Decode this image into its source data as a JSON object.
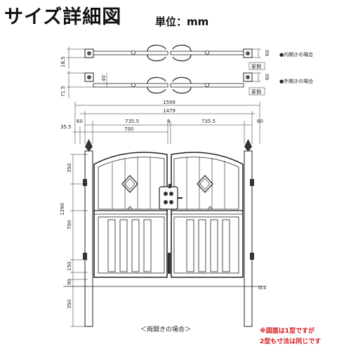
{
  "header": {
    "title": "サイズ詳細図",
    "unit": "単位：mm"
  },
  "plan_views": {
    "inward": {
      "label": "●内開きの場合",
      "house_side": "家側",
      "dim_left": "18.5",
      "dim_right": "60"
    },
    "outward": {
      "label": "●外開きの場合",
      "house_side": "家側",
      "dim_left": "71.5",
      "dim_right": "60",
      "dim_inner": "40"
    }
  },
  "dimensions": {
    "overall_width": "1599",
    "inner_width": "1479",
    "post_left": "60",
    "post_right": "60",
    "leaf_left": "735.5",
    "leaf_right": "735.5",
    "center_gap": "8",
    "offset": "35.5",
    "leaf_span": "700",
    "arch_height": "350",
    "gate_height": "1290",
    "lower_panel": "700",
    "bottom_rail": "150",
    "ground_gap": "90",
    "post_embed": "350",
    "ground_label": "G.L"
  },
  "caption": "＜両開きの場合＞",
  "note": {
    "line1": "※図面は1型ですが",
    "line2": "2型も寸法は同じです"
  }
}
